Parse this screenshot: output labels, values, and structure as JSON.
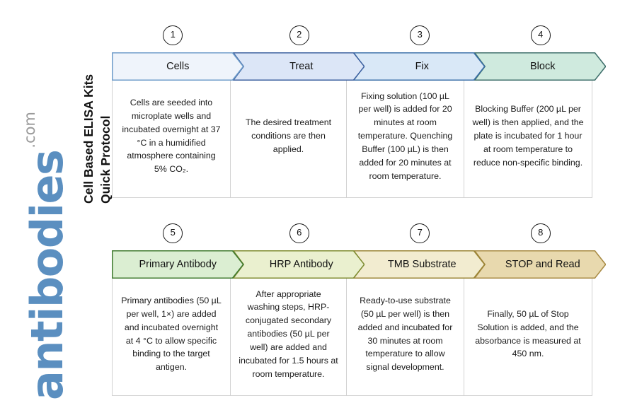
{
  "page": {
    "title_line1": "Cell Based ELISA Kits",
    "title_line2": "Quick Protocol",
    "brand_name": "antibodies",
    "brand_tld": ".com",
    "brand_color": "#5b8fc0",
    "brand_tld_color": "#9a9a9a"
  },
  "flow": {
    "rows": [
      {
        "steps": [
          {
            "number": "1",
            "label": "Cells",
            "fill": "#eff4fb",
            "stroke": "#6d9bc9",
            "body": "Cells are seeded into microplate wells and incubated overnight at 37 °C in a humidified atmosphere containing 5% CO₂."
          },
          {
            "number": "2",
            "label": "Treat",
            "fill": "#dce6f7",
            "stroke": "#3a5f9e",
            "body": "The desired treatment conditions are then applied."
          },
          {
            "number": "3",
            "label": "Fix",
            "fill": "#d9e8f7",
            "stroke": "#3a6fa8",
            "body": "Fixing solution (100 µL per well) is added for 20 minutes at room temperature. Quenching Buffer (100 µL) is then added for 20 minutes at room temperature."
          },
          {
            "number": "4",
            "label": "Block",
            "fill": "#cfeade",
            "stroke": "#3d6e6a",
            "body": "Blocking Buffer (200 µL per well) is then applied, and the plate is incubated for 1 hour at room temperature to reduce non-specific binding."
          }
        ]
      },
      {
        "steps": [
          {
            "number": "5",
            "label": "Primary Antibody",
            "fill": "#dbeed2",
            "stroke": "#3f7a2e",
            "body": "Primary antibodies (50 µL per well, 1×) are added and incubated overnight at 4 °C to allow specific binding to the target antigen."
          },
          {
            "number": "6",
            "label": "HRP Antibody",
            "fill": "#eaf0cf",
            "stroke": "#7d8a2e",
            "body": "After appropriate washing steps, HRP-conjugated secondary antibodies (50 µL per well) are added and incubated for 1.5 hours at room temperature."
          },
          {
            "number": "7",
            "label": "TMB Substrate",
            "fill": "#f2ecd0",
            "stroke": "#9a8434",
            "body": "Ready-to-use substrate (50 µL per well) is then added and incubated for 30 minutes at room temperature to allow signal development."
          },
          {
            "number": "8",
            "label": "STOP and Read",
            "fill": "#e8d9ae",
            "stroke": "#a88a43",
            "body": "Finally, 50 µL of Stop Solution is added, and the absorbance is measured at 450 nm."
          }
        ]
      }
    ]
  }
}
